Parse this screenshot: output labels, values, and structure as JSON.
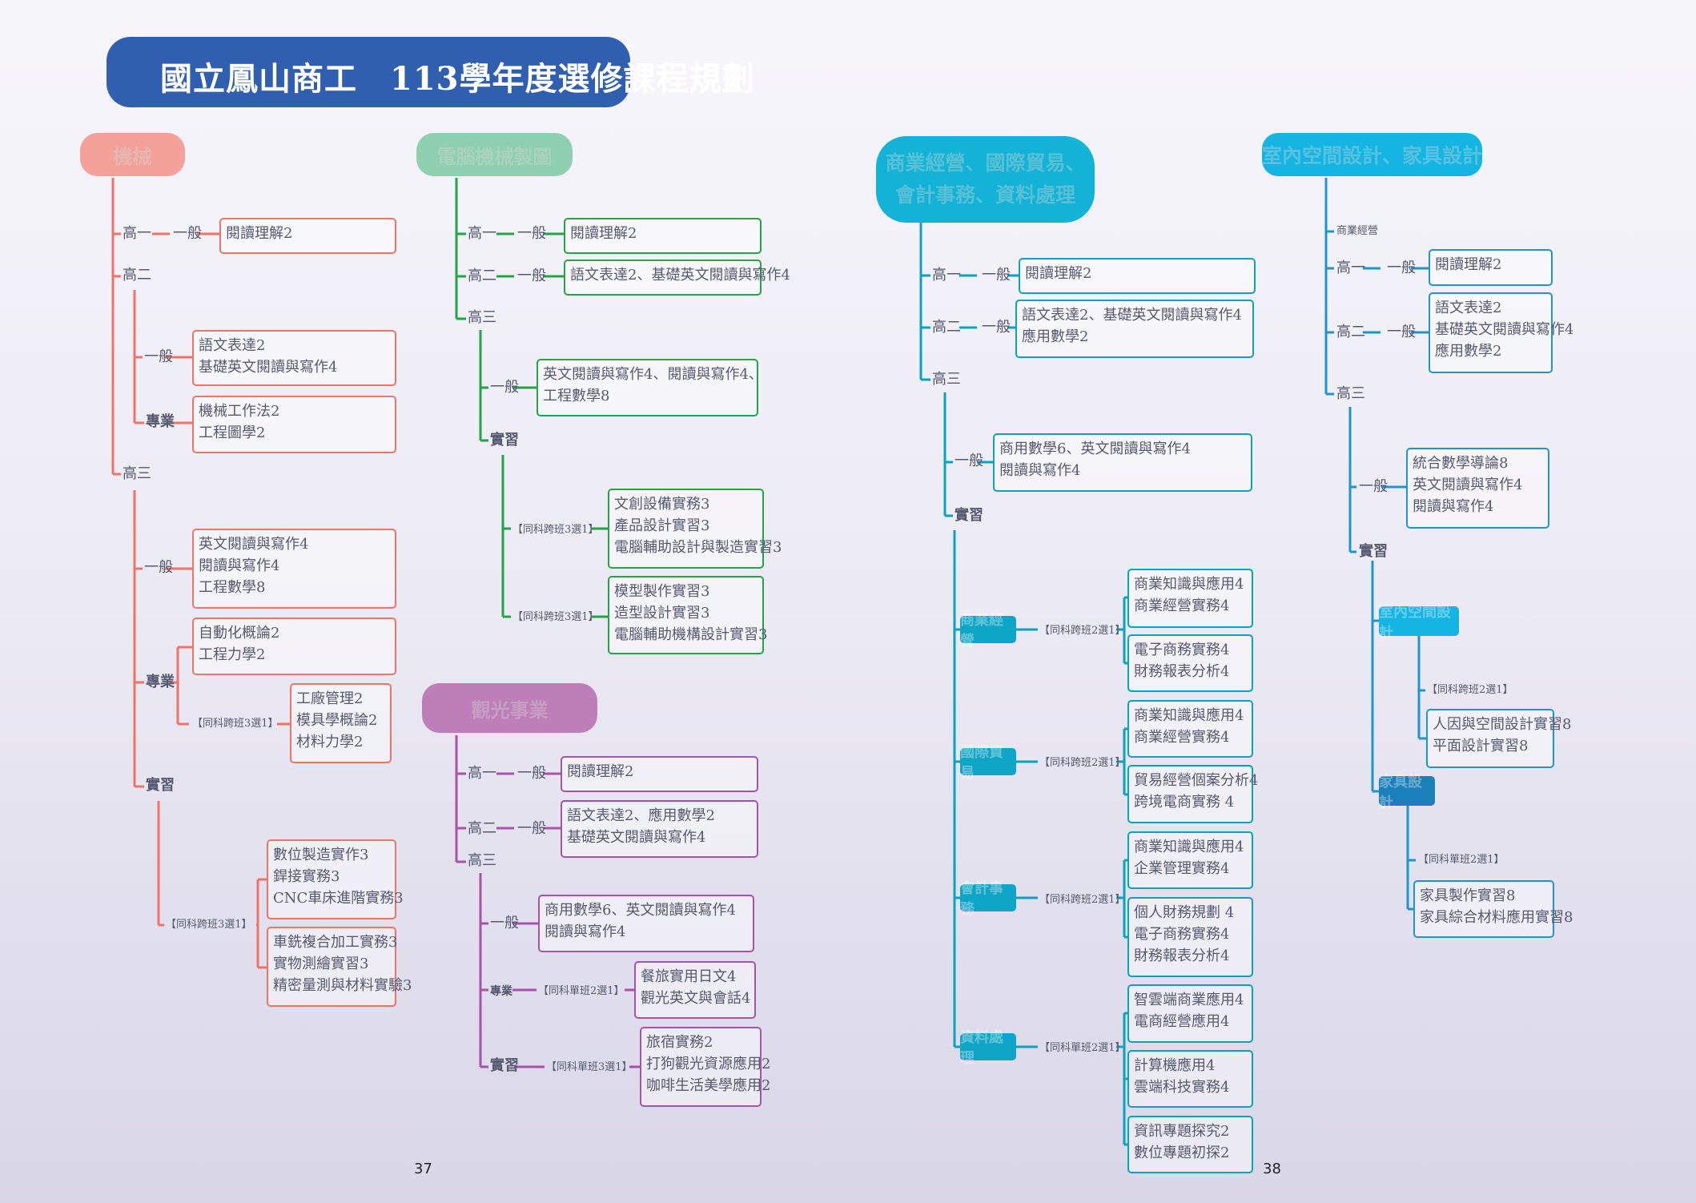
{
  "header": {
    "title": "國立鳳山商工　113學年度選修課程規劃"
  },
  "page_numbers": {
    "left": "37",
    "right": "38"
  },
  "colors": {
    "mech": "#ef7468",
    "cad": "#23a446",
    "tour": "#a554a8",
    "biz": "#0ba2bf",
    "interior": "#1e95cf"
  },
  "mech": {
    "header": "機械",
    "g1": "高一",
    "g1_general": "一般",
    "g1_box": "閱讀理解2",
    "g2": "高二",
    "g2_general": "一般",
    "g2_general_box": "語文表達2\n基礎英文閱讀與寫作4",
    "g2_pro": "專業",
    "g2_pro_box": "機械工作法2\n工程圖學2",
    "g3": "高三",
    "g3_general": "一般",
    "g3_general_box": "英文閱讀與寫作4\n閱讀與寫作4\n工程數學8",
    "g3_pro": "專業",
    "g3_pro_box1": "自動化概論2\n工程力學2",
    "g3_pro_note": "【同科跨班3選1】",
    "g3_pro_box2": "工廠管理2\n模具學概論2\n材料力學2",
    "g3_prac": "實習",
    "g3_prac_note": "【同科跨班3選1】",
    "g3_prac_box1": "數位製造實作3\n銲接實務3\nCNC車床進階實務3",
    "g3_prac_box2": "車銑複合加工實務3\n實物測繪實習3\n精密量測與材料實驗3"
  },
  "cad": {
    "header": "電腦機械製圖",
    "g1": "高一",
    "g1_general": "一般",
    "g1_box": "閱讀理解2",
    "g2": "高二",
    "g2_general": "一般",
    "g2_box": "語文表達2、基礎英文閱讀與寫作4",
    "g3": "高三",
    "g3_general": "一般",
    "g3_general_box": "英文閱讀與寫作4、閱讀與寫作4、\n工程數學8",
    "g3_prac": "實習",
    "g3_note1": "【同科跨班3選1】",
    "g3_box1": "文創設備實務3\n產品設計實習3\n電腦輔助設計與製造實習3",
    "g3_note2": "【同科跨班3選1】",
    "g3_box2": "模型製作實習3\n造型設計實習3\n電腦輔助機構設計實習3"
  },
  "tour": {
    "header": "觀光事業",
    "g1": "高一",
    "g1_general": "一般",
    "g1_box": "閱讀理解2",
    "g2": "高二",
    "g2_general": "一般",
    "g2_box": "語文表達2、應用數學2\n基礎英文閱讀與寫作4",
    "g3": "高三",
    "g3_general": "一般",
    "g3_general_box": "商用數學6、英文閱讀與寫作4\n閱讀與寫作4",
    "g3_pro": "專業",
    "g3_pro_note": "【同科單班2選1】",
    "g3_pro_box": "餐旅實用日文4\n觀光英文與會話4",
    "g3_prac": "實習",
    "g3_prac_note": "【同科單班3選1】",
    "g3_prac_box": "旅宿實務2\n打狗觀光資源應用2\n咖啡生活美學應用2"
  },
  "biz": {
    "header": "商業經營、國際貿易、\n會計事務、資料處理",
    "g1": "高一",
    "g1_general": "一般",
    "g1_box": "閱讀理解2",
    "g2": "高二",
    "g2_general": "一般",
    "g2_box": "語文表達2、基礎英文閱讀與寫作4\n應用數學2",
    "g3": "高三",
    "g3_general": "一般",
    "g3_general_box": "商用數學6、英文閱讀與寫作4\n閱讀與寫作4",
    "g3_prac": "實習",
    "dept1": "商業經營",
    "dept1_note": "【同科跨班2選1】",
    "dept1_box1": "商業知識與應用4\n商業經營實務4",
    "dept1_box2": "電子商務實務4\n財務報表分析4",
    "dept2": "國際貿易",
    "dept2_note": "【同科跨班2選1】",
    "dept2_box1": "商業知識與應用4\n商業經營實務4",
    "dept2_box2": "貿易經營個案分析4\n跨境電商實務 4",
    "dept3": "會計事務",
    "dept3_note": "【同科跨班2選1】",
    "dept3_box1": "商業知識與應用4\n企業管理實務4",
    "dept3_box2": "個人財務規劃 4\n電子商務實務4\n財務報表分析4",
    "dept4": "資料處理",
    "dept4_note": "【同科單班2選1】",
    "dept4_box1": "智雲端商業應用4\n電商經營應用4",
    "dept4_box2": "計算機應用4\n雲端科技實務4",
    "dept4_box3": "資訊專題探究2\n數位專題初探2"
  },
  "interior": {
    "header": "室內空間設計、家具設計",
    "top_label": "商業經營",
    "g1": "高一",
    "g1_general": "一般",
    "g1_box": "閱讀理解2",
    "g2": "高二",
    "g2_general": "一般",
    "g2_box": "語文表達2\n基礎英文閱讀與寫作4\n應用數學2",
    "g3": "高三",
    "g3_general": "一般",
    "g3_general_box": "統合數學導論8\n英文閱讀與寫作4\n閱讀與寫作4",
    "g3_prac": "實習",
    "dept1": "室內空間設計",
    "dept1_note": "【同科跨班2選1】",
    "dept1_box": "人因與空間設計實習8\n平面設計實習8",
    "dept2": "家具設計",
    "dept2_note": "【同科單班2選1】",
    "dept2_box": "家具製作實習8\n家具綜合材料應用實習8"
  }
}
